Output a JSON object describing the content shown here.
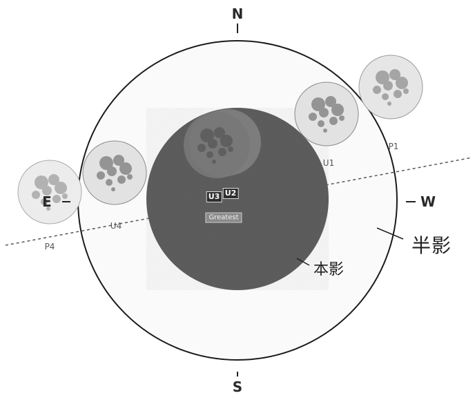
{
  "diagram": {
    "compass": {
      "north": "N",
      "south": "S",
      "east": "E",
      "west": "W"
    },
    "moon_positions": [
      {
        "label": "P1"
      },
      {
        "label": "U1"
      },
      {
        "label": "U2"
      },
      {
        "label": "U3"
      },
      {
        "label": "U4"
      },
      {
        "label": "P4"
      }
    ],
    "greatest_label": "Greatest",
    "penumbra_label": "半影",
    "umbra_label": "本影",
    "colors": {
      "umbra": "#5e5e5e",
      "penumbra_outline": "#1a1a1a",
      "moon_disk": "#e6e6e6",
      "moon_maria": "#8f8f8f",
      "moon_eclipsed": "#7d7d7d",
      "path_line": "#555555"
    }
  }
}
